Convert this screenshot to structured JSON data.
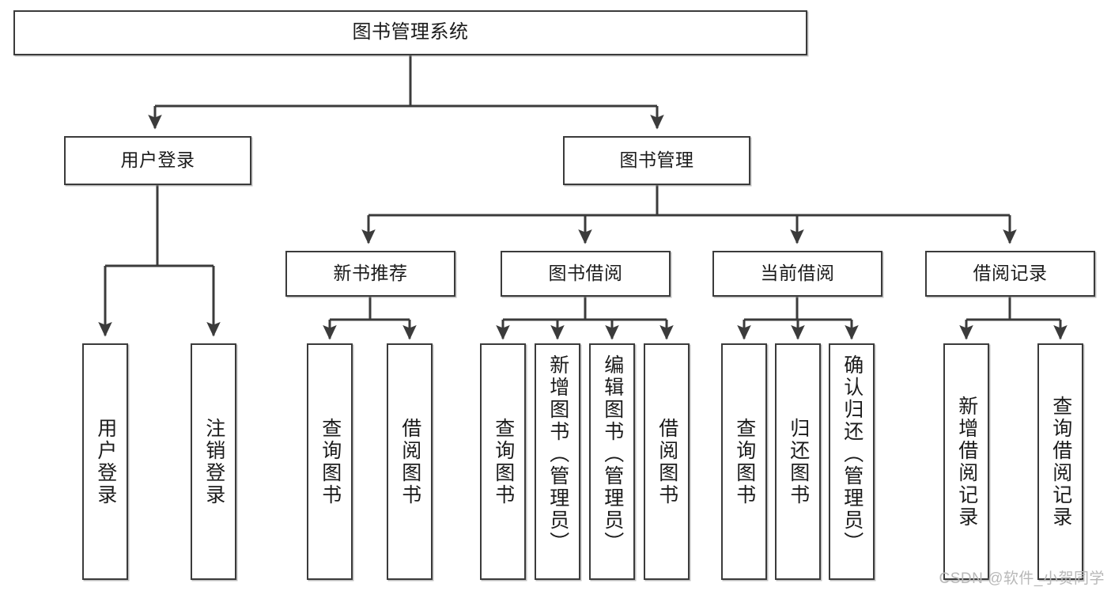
{
  "diagram": {
    "title": "图书管理系统",
    "type": "hierarchy-tree",
    "watermark": "CSDN @软件_小贺同学",
    "colors": {
      "border": "#3b3b3b",
      "background": "#ffffff",
      "text": "#1b1b1b",
      "edge": "#3b3b3b",
      "watermark": "#b8b8b8"
    },
    "levels": {
      "root": "图书管理系统",
      "level1": [
        "用户登录",
        "图书管理"
      ],
      "level2": [
        "新书推荐",
        "图书借阅",
        "当前借阅",
        "借阅记录"
      ]
    },
    "nodes": {
      "root": {
        "label": "图书管理系统"
      },
      "user_login": {
        "label": "用户登录"
      },
      "book_manage": {
        "label": "图书管理"
      },
      "new_book_rec": {
        "label": "新书推荐"
      },
      "book_borrow": {
        "label": "图书借阅"
      },
      "current_borrow": {
        "label": "当前借阅"
      },
      "borrow_record": {
        "label": "借阅记录"
      },
      "leaf_user_login": {
        "label": "用户登录"
      },
      "leaf_logout": {
        "label": "注销登录"
      },
      "leaf_query_book_a": {
        "label": "查询图书"
      },
      "leaf_borrow_book_a": {
        "label": "借阅图书"
      },
      "leaf_query_book_b": {
        "label": "查询图书"
      },
      "leaf_add_book": {
        "label": "新增图书（管理员）"
      },
      "leaf_edit_book": {
        "label": "编辑图书（管理员）"
      },
      "leaf_borrow_book_b": {
        "label": "借阅图书"
      },
      "leaf_query_book_c": {
        "label": "查询图书"
      },
      "leaf_return_book": {
        "label": "归还图书"
      },
      "leaf_confirm_return": {
        "label": "确认归还（管理员）"
      },
      "leaf_add_record": {
        "label": "新增借阅记录"
      },
      "leaf_query_record": {
        "label": "查询借阅记录"
      }
    },
    "edges": [
      {
        "from": "root",
        "to": "user_login"
      },
      {
        "from": "root",
        "to": "book_manage"
      },
      {
        "from": "user_login",
        "to": "leaf_user_login"
      },
      {
        "from": "user_login",
        "to": "leaf_logout"
      },
      {
        "from": "book_manage",
        "to": "new_book_rec"
      },
      {
        "from": "book_manage",
        "to": "book_borrow"
      },
      {
        "from": "book_manage",
        "to": "current_borrow"
      },
      {
        "from": "book_manage",
        "to": "borrow_record"
      },
      {
        "from": "new_book_rec",
        "to": "leaf_query_book_a"
      },
      {
        "from": "new_book_rec",
        "to": "leaf_borrow_book_a"
      },
      {
        "from": "book_borrow",
        "to": "leaf_query_book_b"
      },
      {
        "from": "book_borrow",
        "to": "leaf_add_book"
      },
      {
        "from": "book_borrow",
        "to": "leaf_edit_book"
      },
      {
        "from": "book_borrow",
        "to": "leaf_borrow_book_b"
      },
      {
        "from": "current_borrow",
        "to": "leaf_query_book_c"
      },
      {
        "from": "current_borrow",
        "to": "leaf_return_book"
      },
      {
        "from": "current_borrow",
        "to": "leaf_confirm_return"
      },
      {
        "from": "borrow_record",
        "to": "leaf_add_record"
      },
      {
        "from": "borrow_record",
        "to": "leaf_query_record"
      }
    ]
  }
}
